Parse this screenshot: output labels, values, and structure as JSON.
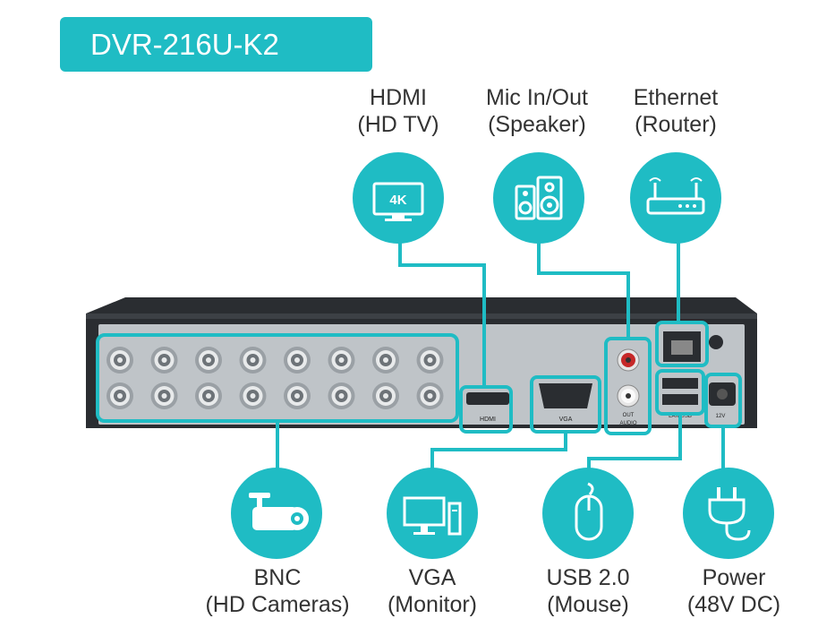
{
  "title": "DVR-216U-K2",
  "colors": {
    "accent": "#1fbcc4",
    "panel": "#bfc4c8",
    "body": "#2a2d31",
    "text": "#333333"
  },
  "top_ports": [
    {
      "name": "HDMI",
      "sub": "(HD TV)",
      "icon": "tv-4k-icon",
      "icon_text": "4K"
    },
    {
      "name": "Mic In/Out",
      "sub": "(Speaker)",
      "icon": "speaker-icon"
    },
    {
      "name": "Ethernet",
      "sub": "(Router)",
      "icon": "router-icon"
    }
  ],
  "bottom_ports": [
    {
      "name": "BNC",
      "sub": "(HD Cameras)",
      "icon": "camera-icon"
    },
    {
      "name": "VGA",
      "sub": "(Monitor)",
      "icon": "monitor-icon"
    },
    {
      "name": "USB 2.0",
      "sub": "(Mouse)",
      "icon": "mouse-icon"
    },
    {
      "name": "Power",
      "sub": "(48V DC)",
      "icon": "plug-icon"
    }
  ],
  "panel_labels": {
    "hdmi": "HDMI",
    "vga": "VGA",
    "audio": "AUDIO",
    "audio_out": "OUT",
    "lan_usb": "LAN USB",
    "power": "12V"
  }
}
